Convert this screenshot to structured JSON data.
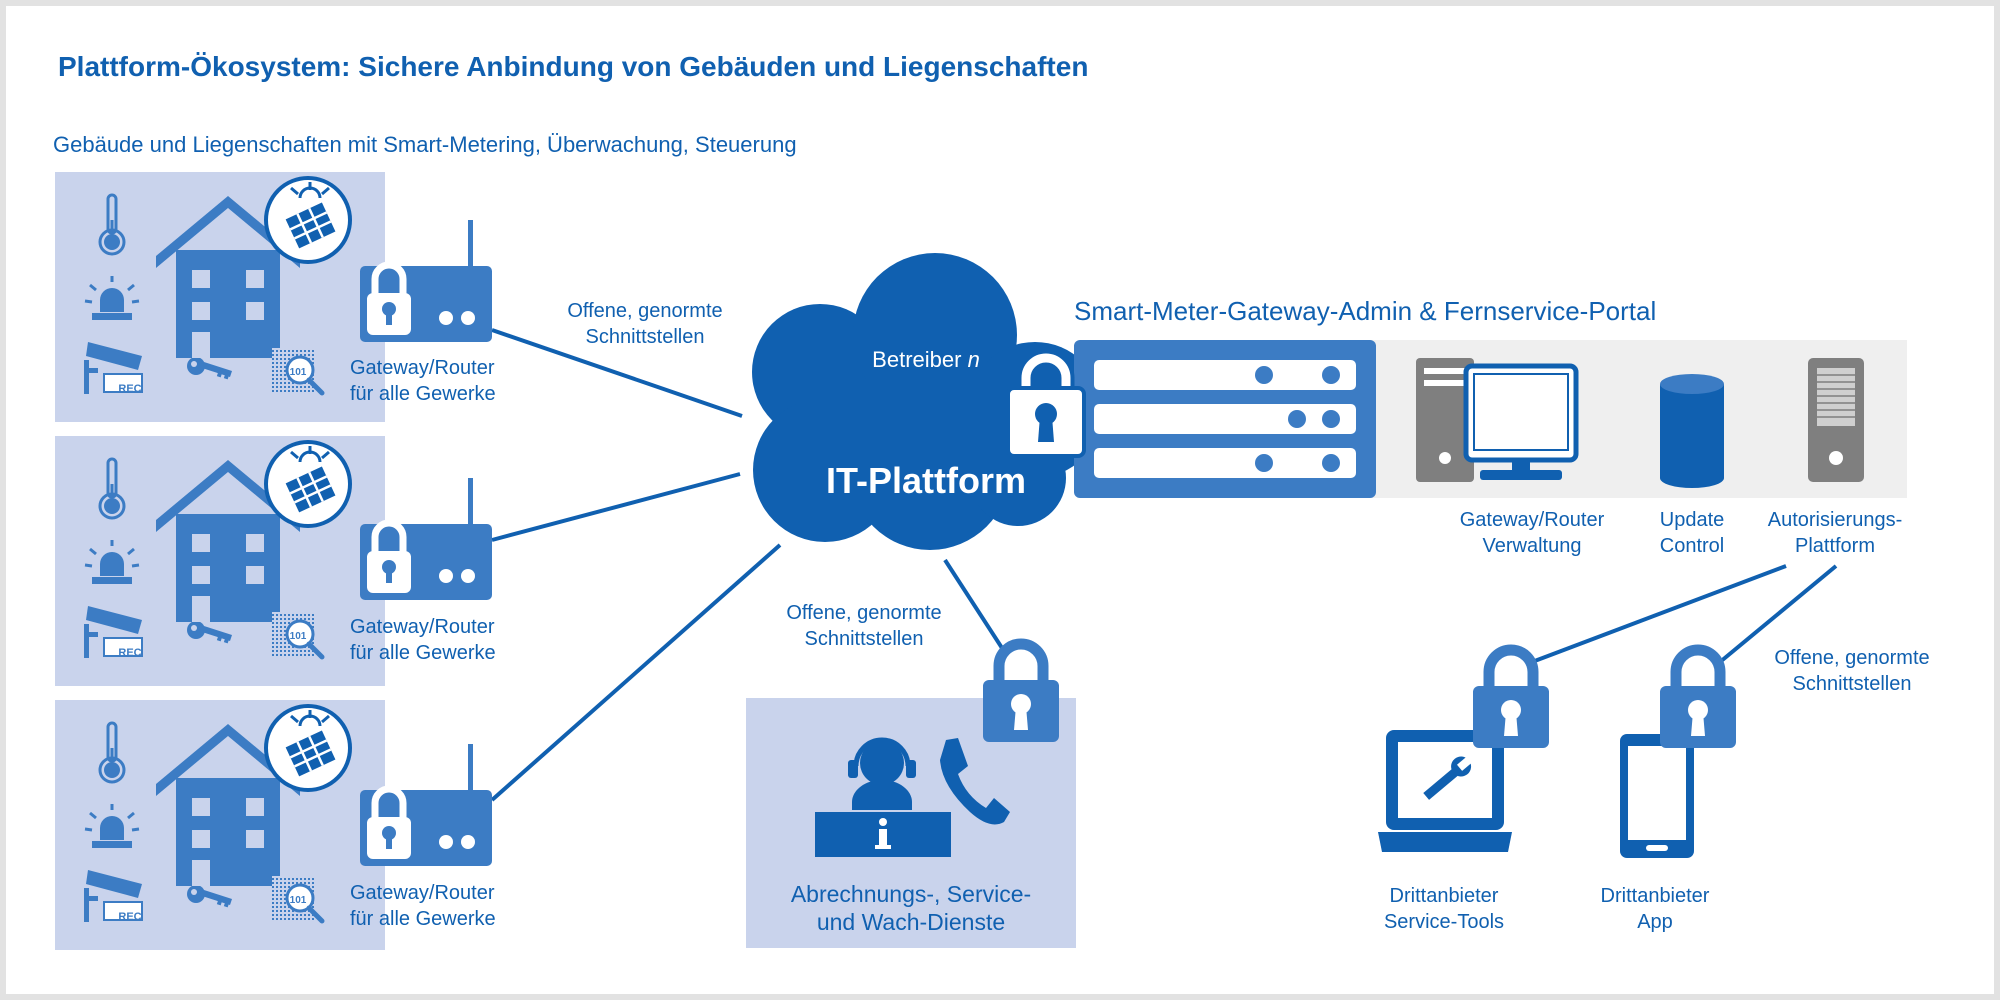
{
  "title": "Plattform-Ökosystem: Sichere Anbindung von Gebäuden und Liegenschaften",
  "buildings": {
    "caption": "Gebäude und Liegenschaften mit Smart-Metering, Überwachung, Steuerung",
    "camera_label": "REC",
    "binary_label": "101",
    "gateways": [
      {
        "line1": "Gateway/Router",
        "line2": "für alle Gewerke"
      },
      {
        "line1": "Gateway/Router",
        "line2": "für alle Gewerke"
      },
      {
        "line1": "Gateway/Router",
        "line2": "für alle Gewerke"
      }
    ]
  },
  "interfaces": {
    "top": {
      "line1": "Offene, genormte",
      "line2": "Schnittstellen"
    },
    "bottom": {
      "line1": "Offene, genormte",
      "line2": "Schnittstellen"
    },
    "right": {
      "line1": "Offene, genormte",
      "line2": "Schnittstellen"
    }
  },
  "cloud": {
    "operator_prefix": "Betreiber ",
    "operator_var": "n",
    "title": "IT-Plattform"
  },
  "portal": {
    "title": "Smart-Meter-Gateway-Admin & Fernservice-Portal",
    "items": [
      {
        "line1": "Gateway/Router",
        "line2": "Verwaltung"
      },
      {
        "line1": "Update",
        "line2": "Control"
      },
      {
        "line1": "Autorisierungs-",
        "line2": "Plattform"
      }
    ]
  },
  "services": {
    "line1": "Abrechnungs-, Service-",
    "line2": "und Wach-Dienste"
  },
  "third_party": {
    "tools": {
      "line1": "Drittanbieter",
      "line2": "Service-Tools"
    },
    "app": {
      "line1": "Drittanbieter",
      "line2": "App"
    }
  },
  "colors": {
    "primary": "#1060B0",
    "icon": "#3C7CC4",
    "panel": "#C9D3EC",
    "gray_band": "#EFEFEF",
    "server_gray": "#7F7F7F",
    "frame_border": "#E2E2E2"
  }
}
